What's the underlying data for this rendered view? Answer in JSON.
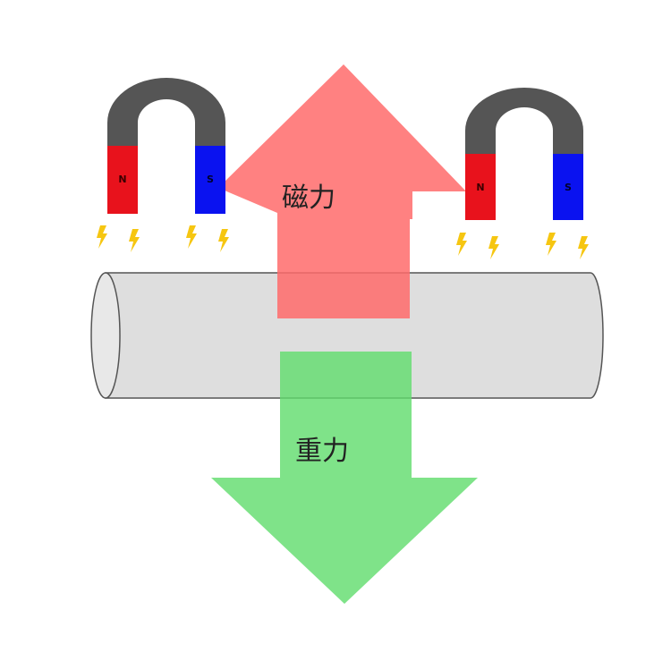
{
  "labels": {
    "magnetic_force": "磁力",
    "gravity": "重力"
  },
  "magnets": [
    {
      "north_label": "N",
      "south_label": "S"
    },
    {
      "north_label": "N",
      "south_label": "S"
    }
  ],
  "colors": {
    "magnetic_arrow": "#ff7a7a",
    "gravity_arrow": "#6fe07a",
    "rod_fill": "#dedede",
    "rod_stroke": "#555555",
    "magnet_body": "#555555",
    "north_pole": "#e8121c",
    "south_pole": "#0a12f0",
    "spark": "#f6c611"
  },
  "icons": [
    "magnet-icon",
    "spark-icon",
    "up-arrow",
    "down-arrow",
    "rod"
  ]
}
